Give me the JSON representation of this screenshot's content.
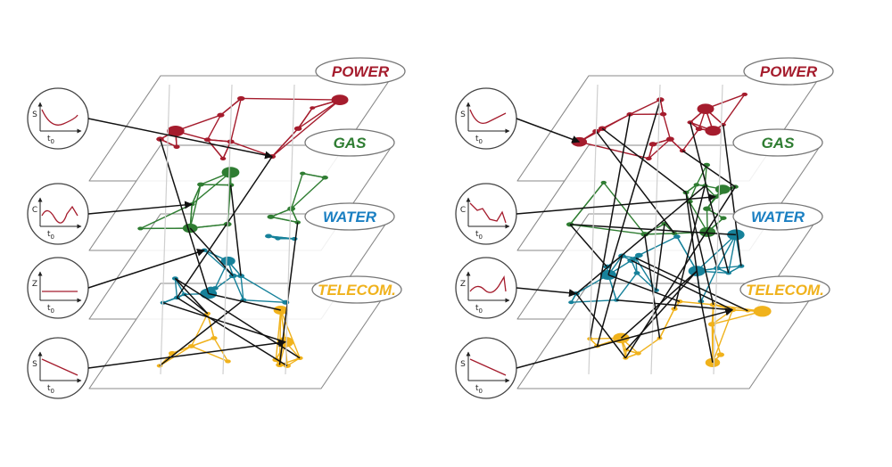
{
  "layers": [
    {
      "id": "power",
      "label": "POWER",
      "color": "#a51c2d"
    },
    {
      "id": "gas",
      "label": "GAS",
      "color": "#2f7d32"
    },
    {
      "id": "water",
      "label": "WATER",
      "color": "#1a7fc2"
    },
    {
      "id": "telecom",
      "label": "TELECOM.",
      "color": "#f0b21c"
    }
  ],
  "insets": {
    "tick_label": "t",
    "tick_subscript": "0",
    "ylabels": [
      "S",
      "C",
      "Z",
      "S"
    ]
  },
  "colors": {
    "node_edge_power": "#a51c2d",
    "node_edge_gas": "#2f7d32",
    "node_edge_water": "#16819a",
    "node_edge_telecom": "#f0b21c",
    "inter_edge": "#111111",
    "plane_border": "#8a8a8a",
    "curve": "#a51c2d"
  }
}
